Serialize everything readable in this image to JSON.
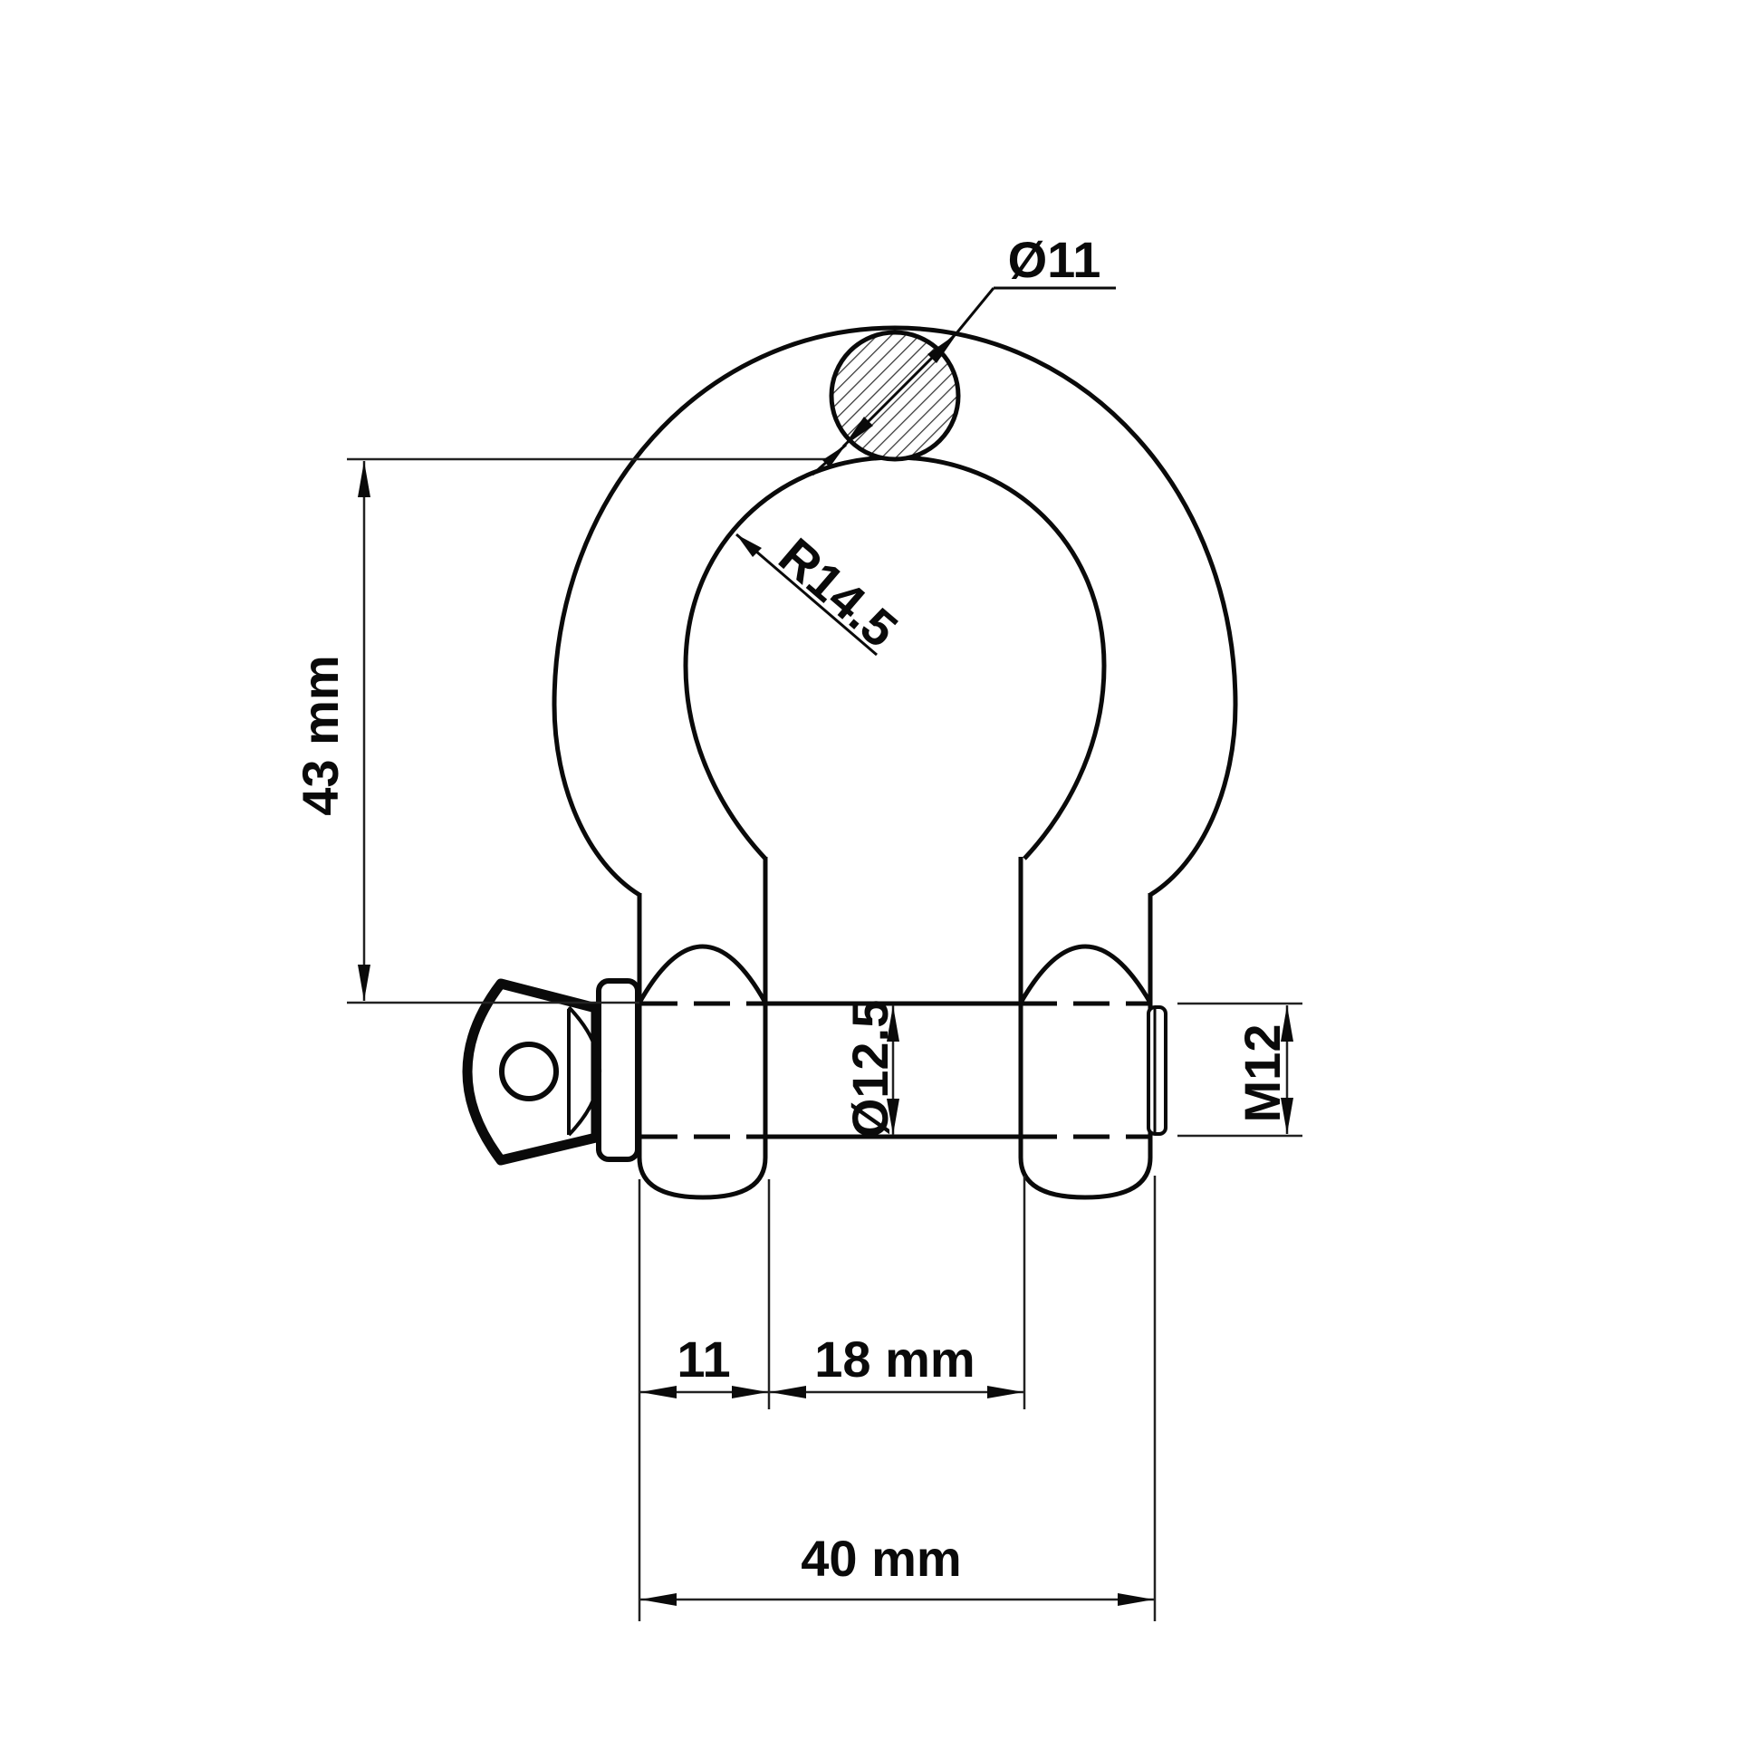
{
  "page": {
    "background": "#ffffff",
    "line_color": "#000000"
  },
  "drawing": {
    "type": "technical-drawing",
    "subject": "bow shackle with screw pin, dimensioned side view",
    "labels": {
      "bow_stock_diameter": "Ø11",
      "inner_radius": "R14.5",
      "inner_length": "43 mm",
      "pin_diameter": "Ø12.5",
      "thread_size": "M12",
      "eye_width": "11",
      "jaw_width": "18 mm",
      "overall_width": "40 mm"
    }
  }
}
